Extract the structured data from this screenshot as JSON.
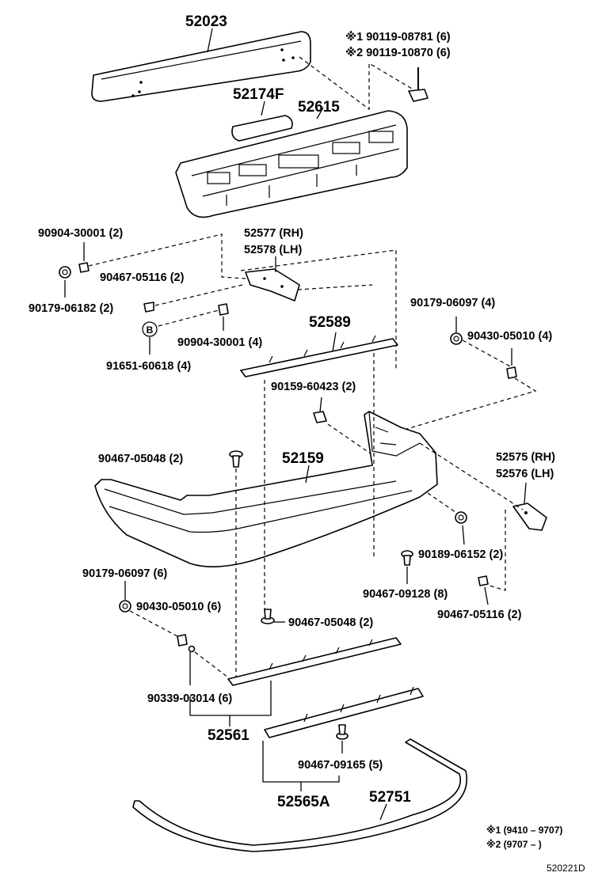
{
  "diagram_id": "520221D",
  "labels": {
    "p52023": "52023",
    "p52174f": "52174F",
    "p52615": "52615",
    "note1_part": "※1 90119-08781 (6)",
    "note2_part": "※2 90119-10870 (6)",
    "p90904_a": "90904-30001 (2)",
    "p52577": "52577 (RH)",
    "p52578": "52578 (LH)",
    "p90467_05116_2": "90467-05116 (2)",
    "p90179_06182": "90179-06182 (2)",
    "p90904_b": "90904-30001 (4)",
    "p91651": "91651-60618 (4)",
    "p52589": "52589",
    "p90179_06097_4": "90179-06097 (4)",
    "p90430_05010_4": "90430-05010 (4)",
    "p90159": "90159-60423 (2)",
    "p90467_05048_a": "90467-05048 (2)",
    "p52159": "52159",
    "p52575": "52575 (RH)",
    "p52576": "52576 (LH)",
    "p90189": "90189-06152 (2)",
    "p90179_06097_6": "90179-06097 (6)",
    "p90467_09128": "90467-09128 (8)",
    "p90430_05010_6": "90430-05010 (6)",
    "p90467_05116_b": "90467-05116 (2)",
    "p90467_05048_b": "90467-05048 (2)",
    "p90339": "90339-03014 (6)",
    "p52561": "52561",
    "p90467_09165": "90467-09165 (5)",
    "p52565a": "52565A",
    "p52751": "52751",
    "ref_b": "B"
  },
  "footnotes": {
    "fn1": "※1 (9410 – 9707)",
    "fn2": "※2 (9707 –         )"
  }
}
